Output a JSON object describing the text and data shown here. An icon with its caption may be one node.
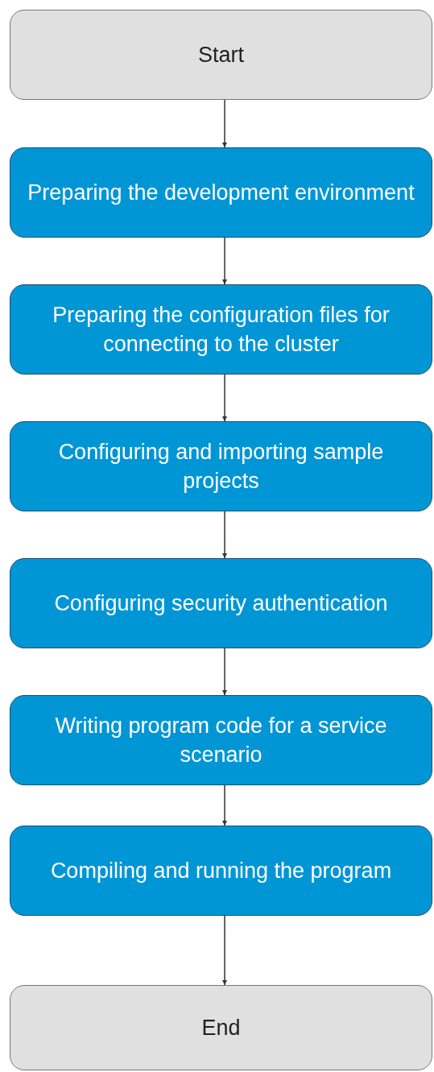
{
  "diagram": {
    "nodes": [
      {
        "text": [
          "Start"
        ]
      },
      {
        "text": [
          "Preparing the development environment"
        ]
      },
      {
        "text": [
          "Preparing the configuration files for connecting to the cluster"
        ]
      },
      {
        "text": [
          "Configuring and importing sample projects"
        ]
      },
      {
        "text": [
          "Configuring security authentication"
        ]
      },
      {
        "text": [
          "Writing program code for a service scenario"
        ]
      },
      {
        "text": [
          "Compiling and running the program"
        ]
      },
      {
        "text": [
          "End"
        ]
      }
    ],
    "edges": [
      {
        "from": 0,
        "to": 1,
        "arrow": "to"
      },
      {
        "from": 1,
        "to": 2,
        "arrow": "to"
      },
      {
        "from": 2,
        "to": 3,
        "arrow": "to"
      },
      {
        "from": 3,
        "to": 4,
        "arrow": "to"
      },
      {
        "from": 4,
        "to": 5,
        "arrow": "to"
      },
      {
        "from": 5,
        "to": 6,
        "arrow": "to"
      },
      {
        "from": 6,
        "to": 7,
        "arrow": "to"
      }
    ]
  }
}
